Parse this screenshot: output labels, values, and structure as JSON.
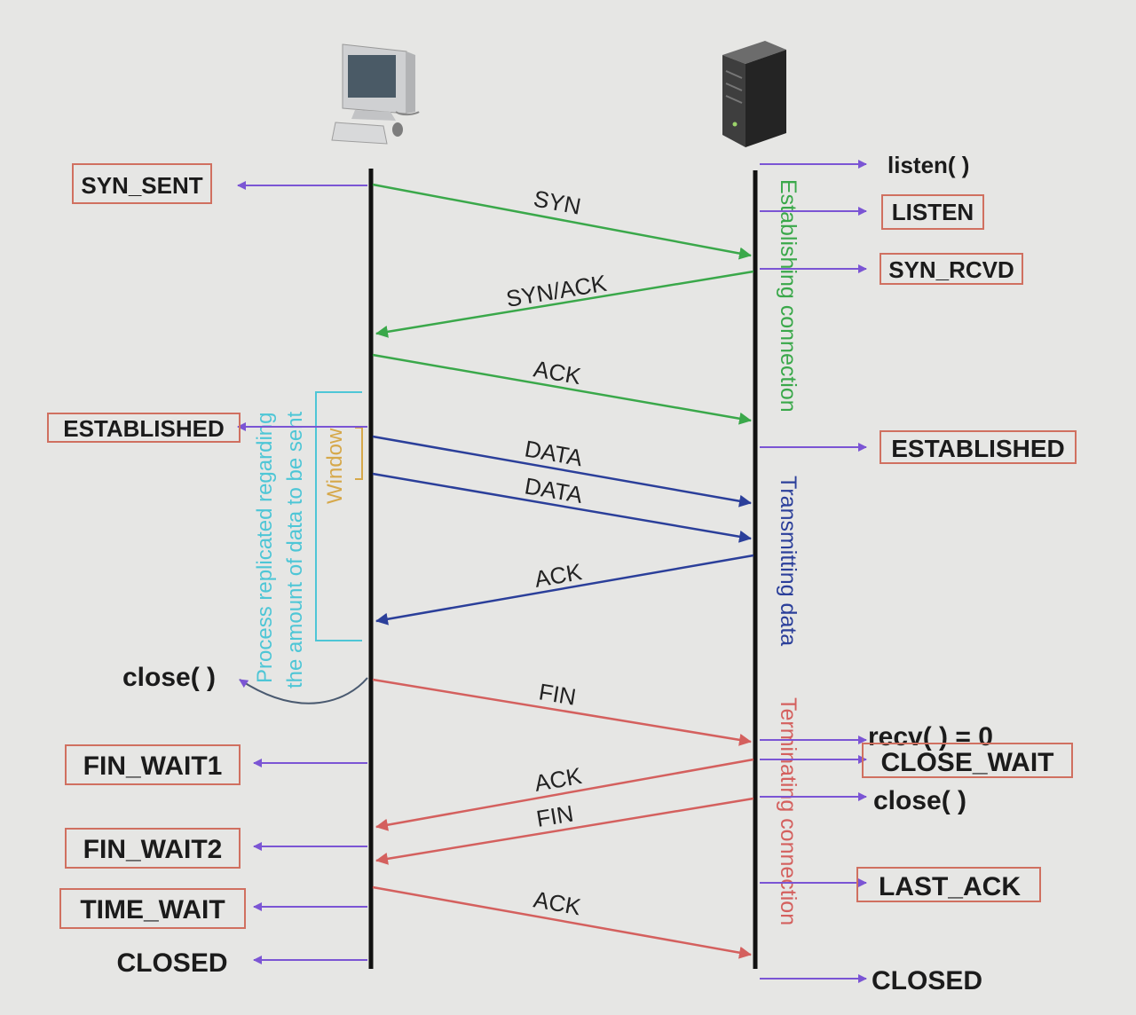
{
  "client_states": {
    "syn_sent": "SYN_SENT",
    "established": "ESTABLISHED",
    "close_call": "close( )",
    "fin_wait1": "FIN_WAIT1",
    "fin_wait2": "FIN_WAIT2",
    "time_wait": "TIME_WAIT",
    "closed": "CLOSED"
  },
  "server_states": {
    "listen_call": "listen( )",
    "listen": "LISTEN",
    "syn_rcvd": "SYN_RCVD",
    "established": "ESTABLISHED",
    "recv_zero": "recv( ) = 0",
    "close_wait": "CLOSE_WAIT",
    "close_call": "close( )",
    "last_ack": "LAST_ACK",
    "closed": "CLOSED"
  },
  "messages": {
    "syn": "SYN",
    "syn_ack": "SYN/ACK",
    "ack1": "ACK",
    "data1": "DATA",
    "data2": "DATA",
    "ack2": "ACK",
    "fin1": "FIN",
    "ack3": "ACK",
    "fin2": "FIN",
    "ack4": "ACK"
  },
  "phases": {
    "establishing": "Establishing connection",
    "transmitting": "Transmitting data",
    "terminating": "Terminating connection"
  },
  "annotations": {
    "window": "Window",
    "process_line1": "Process replicated regarding",
    "process_line2": "the amount of data to be sent"
  },
  "colors": {
    "establish": "#3aa84a",
    "transmit": "#2b3f9a",
    "terminate": "#d4605e",
    "state_arrow": "#7b55d4",
    "window": "#d6a84a",
    "process": "#4ec6d6",
    "state_box": "#d07060"
  }
}
